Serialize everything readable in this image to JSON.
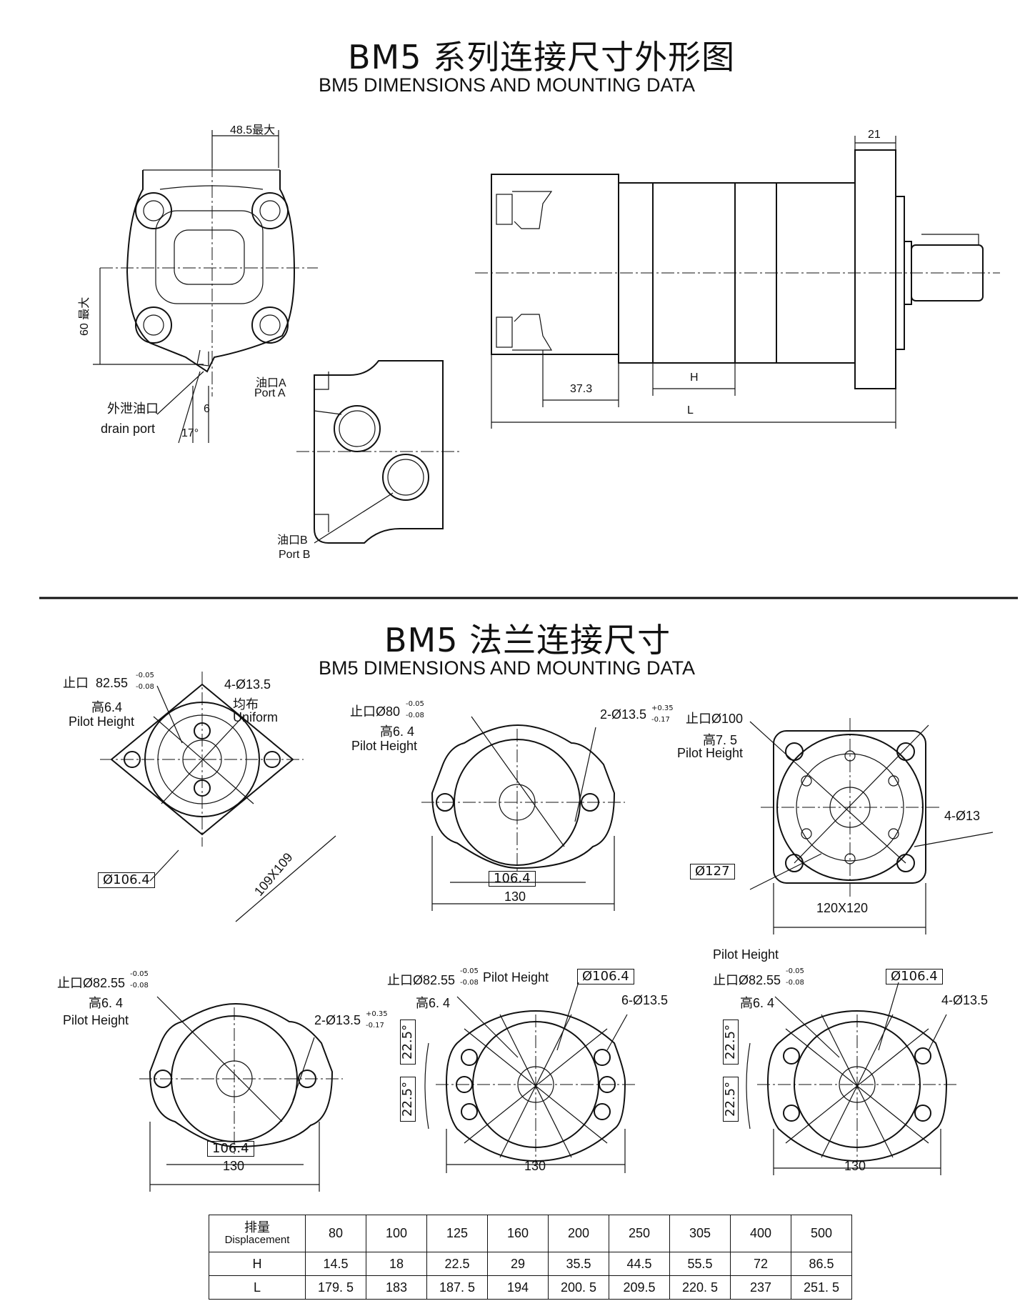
{
  "section1": {
    "title_cn": "BM5 系列连接尺寸外形图",
    "title_en": "BM5 DIMENSIONS AND MOUNTING DATA"
  },
  "drawing1": {
    "dim_width_max": "48.5最大",
    "dim_height_max": "60 最大",
    "drain_port_cn": "外泄油口",
    "drain_port_en": "drain port",
    "dim_6": "6",
    "angle_17": "17°",
    "port_a_cn": "油口A",
    "port_a_en": "Port A",
    "port_b_cn": "油口B",
    "port_b_en": "Port B",
    "dim_21": "21",
    "dim_37_3": "37.3",
    "dim_h": "H",
    "dim_l": "L"
  },
  "section2": {
    "title_cn": "BM5  法兰连接尺寸",
    "title_en": "BM5 DIMENSIONS AND MOUNTING DATA"
  },
  "flange1": {
    "pilot_cn": "止口",
    "pilot_val": "82.55",
    "tol_up": "-0.05",
    "tol_dn": "-0.08",
    "height_cn": "高6.4",
    "pilot_height": "Pilot Height",
    "holes": "4-Ø13.5",
    "uniform_cn": "均布",
    "uniform_en": "Uniform",
    "dia": "Ø106.4",
    "square": "109X109"
  },
  "flange2": {
    "pilot": "止口Ø80",
    "tol_up": "-0.05",
    "tol_dn": "-0.08",
    "height_cn": "高6. 4",
    "pilot_height": "Pilot Height",
    "holes": "2-Ø13.5",
    "hole_tol_up": "+0.35",
    "hole_tol_dn": "-0.17",
    "dia": "106.4",
    "width": "130"
  },
  "flange3": {
    "pilot": "止口Ø100",
    "height_cn": "高7. 5",
    "pilot_height": "Pilot Height",
    "holes": "4-Ø13",
    "dia": "Ø127",
    "square": "120X120"
  },
  "flange4": {
    "pilot": "止口Ø82.55",
    "tol_up": "-0.05",
    "tol_dn": "-0.08",
    "height_cn": "高6. 4",
    "pilot_height": "Pilot Height",
    "holes": "2-Ø13.5",
    "hole_tol_up": "+0.35",
    "hole_tol_dn": "-0.17",
    "dia": "106.4",
    "width": "130"
  },
  "flange5": {
    "pilot": "止口Ø82.55",
    "tol_up": "-0.05",
    "tol_dn": "-0.08",
    "pilot_height": "Pilot Height",
    "dia": "Ø106.4",
    "height_cn": "高6. 4",
    "holes": "6-Ø13.5",
    "angle_a": "22.5°",
    "angle_b": "22.5°",
    "width": "130"
  },
  "flange6": {
    "pilot_height": "Pilot Height",
    "pilot": "止口Ø82.55",
    "tol_up": "-0.05",
    "tol_dn": "-0.08",
    "dia": "Ø106.4",
    "height_cn": "高6. 4",
    "holes": "4-Ø13.5",
    "angle_a": "22.5°",
    "angle_b": "22.5°",
    "width": "130"
  },
  "table": {
    "header_cn": "排量",
    "header_en": "Displacement",
    "displacements": [
      "80",
      "100",
      "125",
      "160",
      "200",
      "250",
      "305",
      "400",
      "500"
    ],
    "row_h_label": "H",
    "row_h": [
      "14.5",
      "18",
      "22.5",
      "29",
      "35.5",
      "44.5",
      "55.5",
      "72",
      "86.5"
    ],
    "row_l_label": "L",
    "row_l": [
      "179. 5",
      "183",
      "187. 5",
      "194",
      "200. 5",
      "209.5",
      "220. 5",
      "237",
      "251. 5"
    ]
  }
}
